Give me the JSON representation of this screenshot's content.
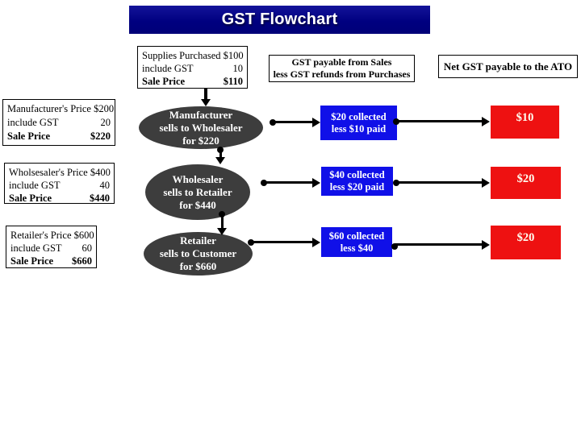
{
  "title": "GST Flowchart",
  "colors": {
    "title_bg": "#000080",
    "oval_bg": "#3d3d3d",
    "gst_box_bg": "#1010e8",
    "net_box_bg": "#ee1111",
    "connector": "#000000"
  },
  "supplies_box": {
    "line1": "Supplies Purchased $100",
    "gst_label": "include GST",
    "gst_value": "10",
    "sale_label": "Sale Price",
    "sale_value": "$110"
  },
  "price_boxes": [
    {
      "line1": "Manufacturer's Price $200",
      "gst_label": "include GST",
      "gst_value": "20",
      "sale_label": "Sale Price",
      "sale_value": "$220"
    },
    {
      "line1": "Wholsesaler's Price $400",
      "gst_label": "include GST",
      "gst_value": "40",
      "sale_label": "Sale Price",
      "sale_value": "$440"
    },
    {
      "line1": "Retailer's Price $600",
      "gst_label": "include GST",
      "gst_value": "60",
      "sale_label": "Sale Price",
      "sale_value": "$660"
    }
  ],
  "column_headers": {
    "gst_payable_line1": "GST payable from Sales",
    "gst_payable_line2": "less GST refunds from Purchases",
    "net_gst": "Net GST payable to the ATO"
  },
  "ovals": [
    {
      "line1": "Manufacturer",
      "line2": "sells to Wholesaler",
      "line3": "for $220"
    },
    {
      "line1": "Wholesaler",
      "line2": "sells to Retailer",
      "line3": "for $440"
    },
    {
      "line1": "Retailer",
      "line2": "sells to Customer",
      "line3": "for $660"
    }
  ],
  "gst_boxes": [
    {
      "line1": "$20 collected",
      "line2": "less $10 paid"
    },
    {
      "line1": "$40 collected",
      "line2": "less $20 paid"
    },
    {
      "line1": "$60 collected",
      "line2": "less $40"
    }
  ],
  "net_boxes": [
    {
      "amount": "$10"
    },
    {
      "amount": "$20"
    },
    {
      "amount": "$20"
    }
  ]
}
